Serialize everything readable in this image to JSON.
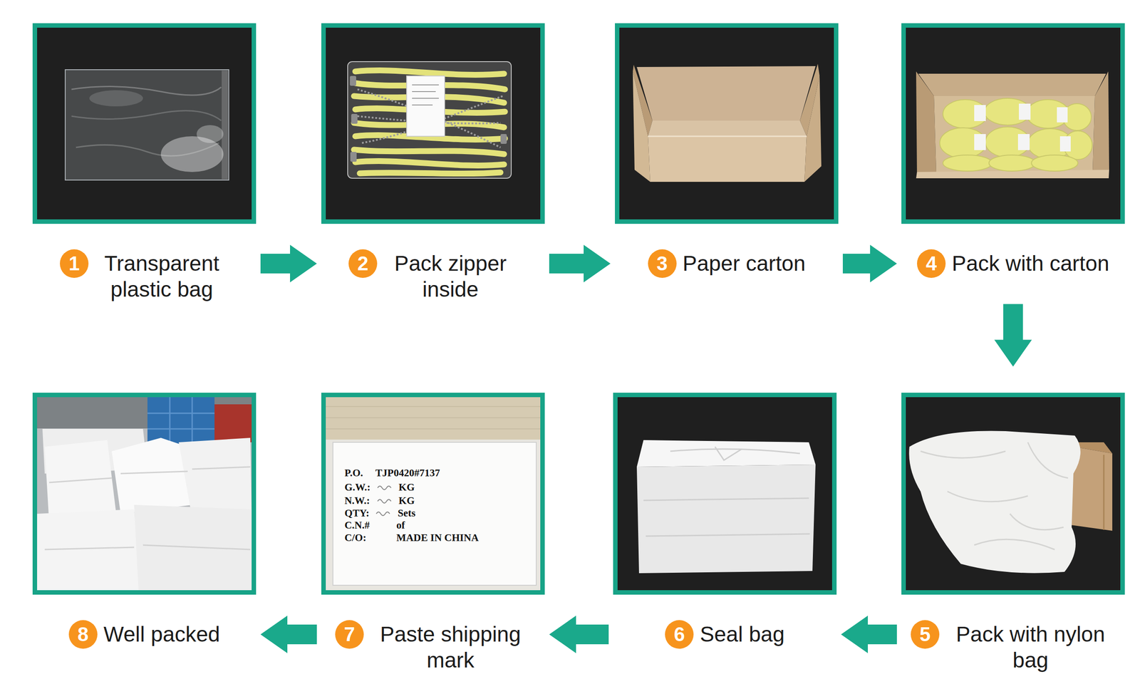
{
  "diagram": {
    "nodes": [
      {
        "text": [
          "1",
          "Transparent plastic bag"
        ]
      },
      {
        "text": [
          "2",
          "Pack zipper inside"
        ]
      },
      {
        "text": [
          "3",
          "Paper carton"
        ]
      },
      {
        "text": [
          "4",
          "Pack with carton"
        ]
      },
      {
        "text": [
          "5",
          "Pack with nylon bag"
        ]
      },
      {
        "text": [
          "6",
          "Seal bag"
        ]
      },
      {
        "text": [
          "7",
          "Paste shipping mark"
        ]
      },
      {
        "text": [
          "8",
          "Well packed"
        ]
      }
    ],
    "edges": [
      {
        "from": 0,
        "to": 1,
        "arrow": "to"
      },
      {
        "from": 1,
        "to": 2,
        "arrow": "to"
      },
      {
        "from": 2,
        "to": 3,
        "arrow": "to"
      },
      {
        "from": 3,
        "to": 4,
        "arrow": "to"
      },
      {
        "from": 4,
        "to": 5,
        "arrow": "to"
      },
      {
        "from": 5,
        "to": 6,
        "arrow": "to"
      },
      {
        "from": 6,
        "to": 7,
        "arrow": "to"
      }
    ],
    "labels": [
      "P.O.",
      "TJP0420#7137",
      "G.W.:",
      "KG",
      "N.W.:",
      "KG",
      "QTY:",
      "Sets",
      "C.N.#",
      "of",
      "C/O:",
      "MADE IN CHINA"
    ]
  }
}
